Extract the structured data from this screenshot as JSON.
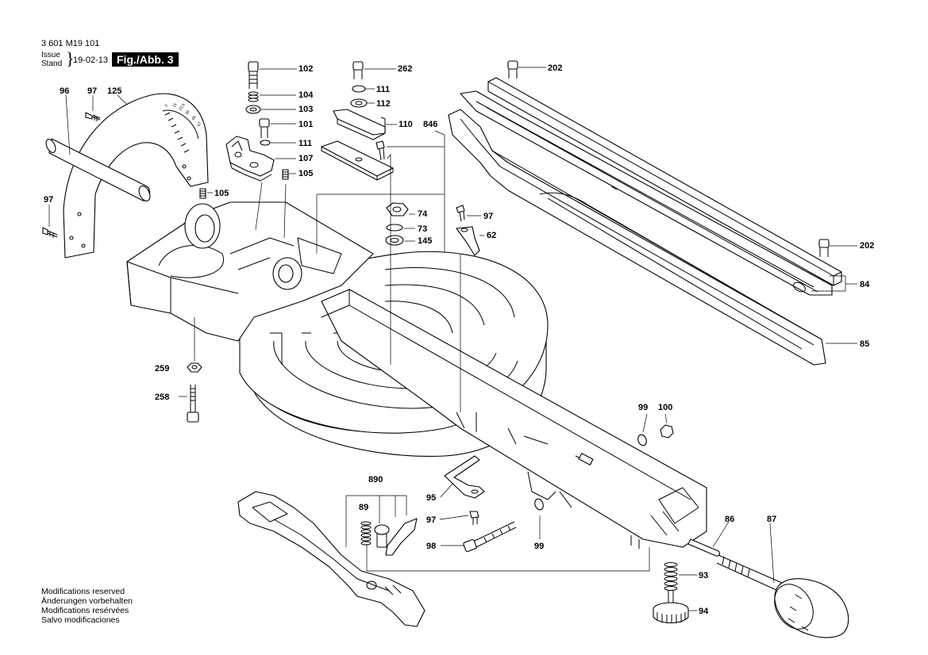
{
  "header": {
    "doc_number": "3 601 M19 101",
    "issue_label": "Issue",
    "stand_label": "Stand",
    "issue_date": "19-02-13",
    "figure": "Fig./Abb. 3"
  },
  "notes": [
    "Modifications reserved",
    "Änderungen vorbehalten",
    "Modifications resérvées",
    "Salvo modificaciones"
  ],
  "bevel_scale": [
    "0",
    "15",
    "22.5",
    "30",
    "45",
    "47"
  ],
  "callouts": {
    "c96": "96",
    "c97a": "97",
    "c125": "125",
    "c97b": "97",
    "c102": "102",
    "c104": "104",
    "c103": "103",
    "c101": "101",
    "c111a": "111",
    "c107": "107",
    "c105a": "105",
    "c105b": "105",
    "c262": "262",
    "c111b": "111",
    "c112": "112",
    "c110": "110",
    "c846": "846",
    "c74": "74",
    "c73": "73",
    "c145": "145",
    "c97c": "97",
    "c62": "62",
    "c202a": "202",
    "c202b": "202",
    "c84": "84",
    "c85": "85",
    "c259": "259",
    "c258": "258",
    "c99a": "99",
    "c100": "100",
    "c890": "890",
    "c89": "89",
    "c95": "95",
    "c97d": "97",
    "c98": "98",
    "c99b": "99",
    "c86": "86",
    "c87": "87",
    "c93": "93",
    "c94": "94"
  }
}
